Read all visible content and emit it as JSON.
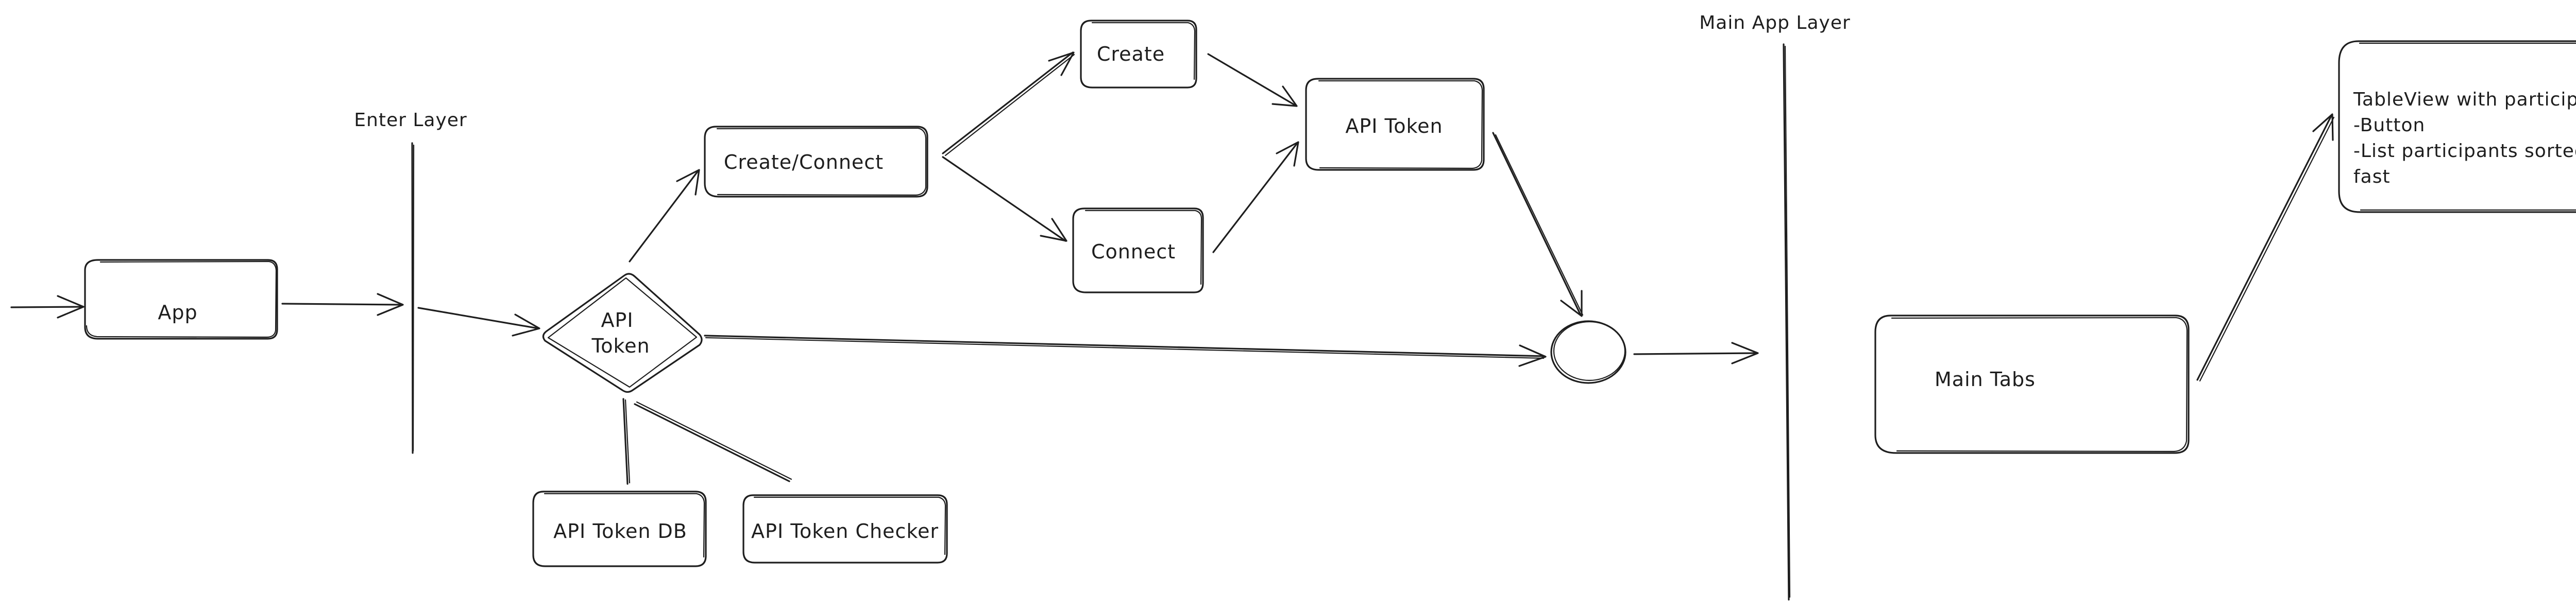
{
  "layers": {
    "enter": "Enter Layer",
    "main_app": "Main App Layer"
  },
  "nodes": {
    "app": "App",
    "api_token_decision_line1": "API",
    "api_token_decision_line2": "Token",
    "create_connect": "Create/Connect",
    "create": "Create",
    "connect": "Connect",
    "api_token": "API Token",
    "api_token_db": "API Token DB",
    "api_token_checker": "API Token Checker",
    "main_tabs": "Main Tabs",
    "tableview_line1": "TableView with participants",
    "tableview_line2": "-Button",
    "tableview_line3": "-List participants sorted by",
    "tableview_line4": "fast"
  },
  "colors": {
    "stroke": "#1e1e1e",
    "background": "#ffffff"
  }
}
